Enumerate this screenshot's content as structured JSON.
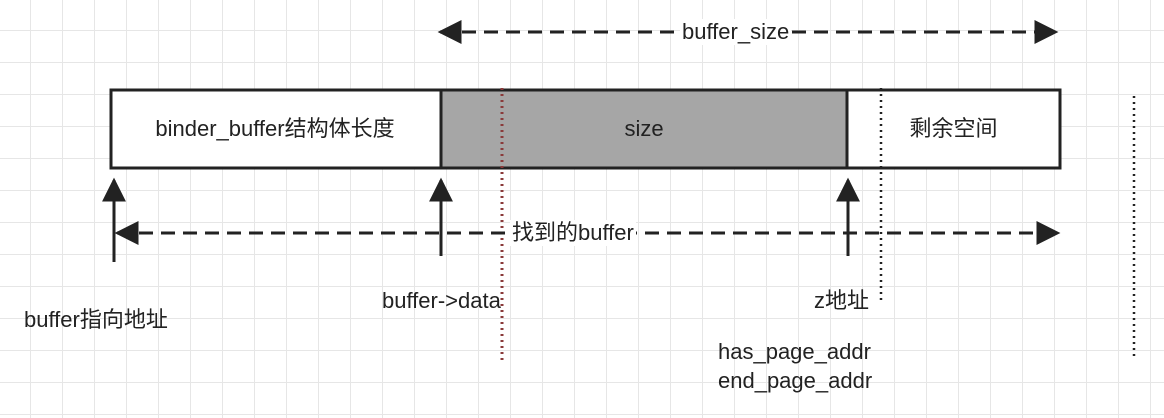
{
  "diagram": {
    "top_span_label": "buffer_size",
    "segments": [
      {
        "label": "binder_buffer结构体长度",
        "fill": "#ffffff"
      },
      {
        "label": "size",
        "fill": "#a6a6a6"
      },
      {
        "label": "剩余空间",
        "fill": "#ffffff"
      }
    ],
    "found_span_label": "找到的buffer",
    "pointer_labels": {
      "buffer_addr": "buffer指向地址",
      "buffer_data": "buffer->data",
      "z_addr": "z地址",
      "has_page_addr": "has_page_addr",
      "end_page_addr": "end_page_addr"
    },
    "colors": {
      "stroke": "#222222",
      "size_fill": "#a6a6a6",
      "dotted_red": "#8a3a3a",
      "grid": "#e6e6e6"
    }
  }
}
